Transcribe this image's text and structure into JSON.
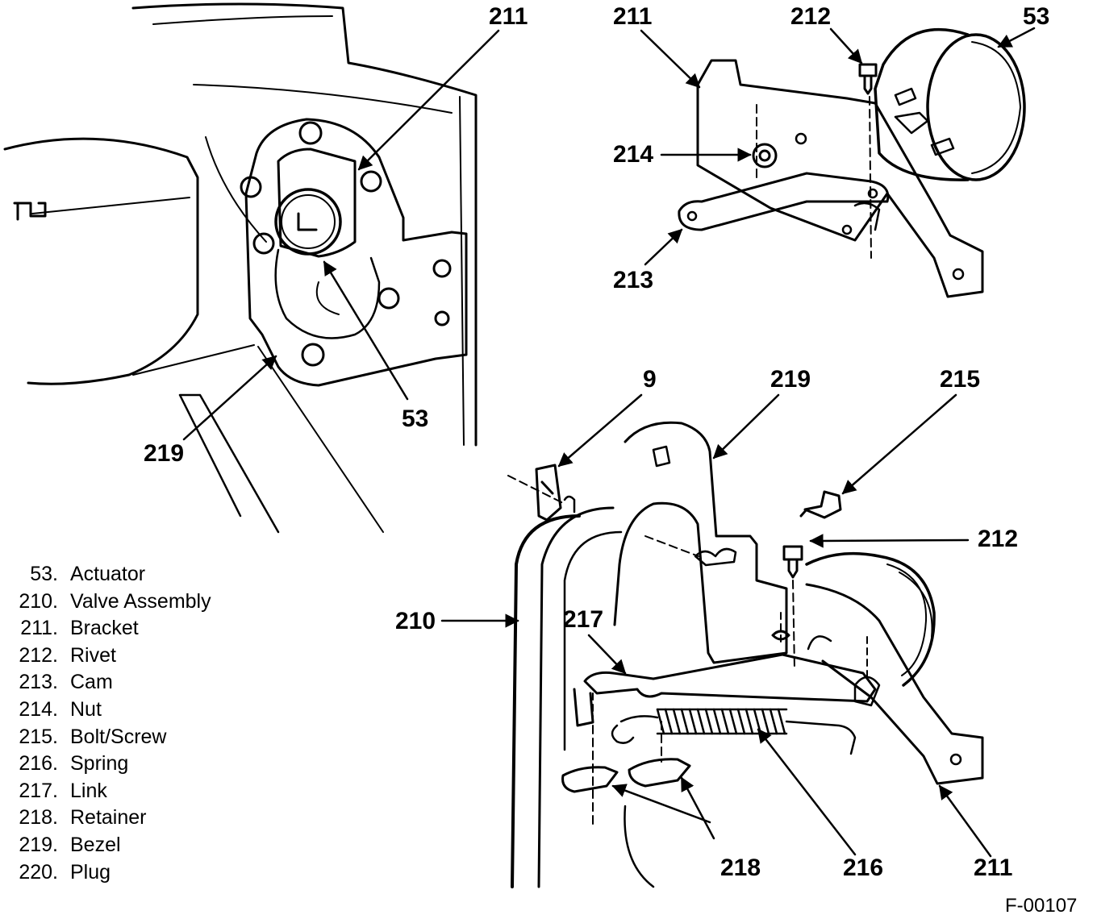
{
  "callouts": {
    "view1_bracket": "211",
    "view1_actuator": "53",
    "view1_bezel": "219",
    "view2_bracket": "211",
    "view2_rivet": "212",
    "view2_actuator": "53",
    "view2_nut": "214",
    "view2_cam": "213",
    "view3_retainer_9": "9",
    "view3_bezel": "219",
    "view3_bolt": "215",
    "view3_rivet": "212",
    "view3_valve": "210",
    "view3_link": "217",
    "view3_retainer": "218",
    "view3_spring": "216",
    "view3_bracket": "211"
  },
  "legend": [
    {
      "num": "53.",
      "label": "Actuator"
    },
    {
      "num": "210.",
      "label": "Valve Assembly"
    },
    {
      "num": "211.",
      "label": "Bracket"
    },
    {
      "num": "212.",
      "label": "Rivet"
    },
    {
      "num": "213.",
      "label": "Cam"
    },
    {
      "num": "214.",
      "label": "Nut"
    },
    {
      "num": "215.",
      "label": "Bolt/Screw"
    },
    {
      "num": "216.",
      "label": "Spring"
    },
    {
      "num": "217.",
      "label": "Link"
    },
    {
      "num": "218.",
      "label": "Retainer"
    },
    {
      "num": "219.",
      "label": "Bezel"
    },
    {
      "num": "220.",
      "label": "Plug"
    }
  ],
  "figure_id": "F-00107"
}
